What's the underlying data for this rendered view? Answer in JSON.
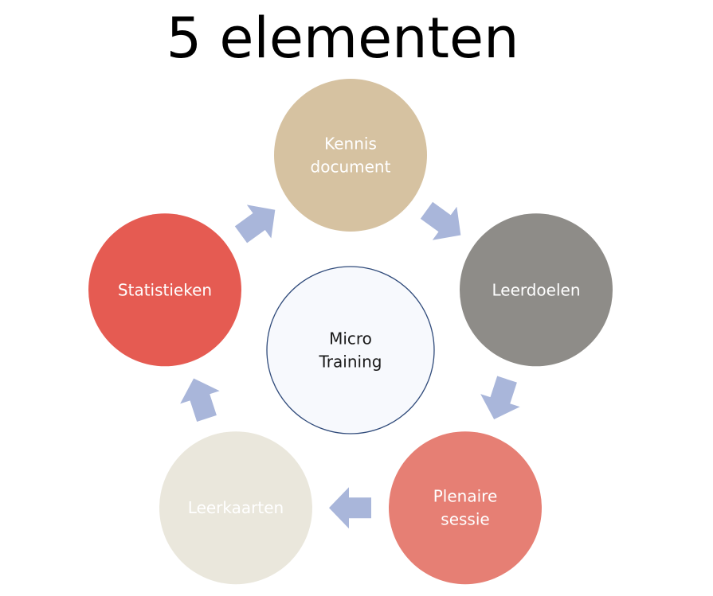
{
  "title": "5 elementen",
  "center": {
    "lines": [
      "Micro",
      "Training"
    ],
    "fill": "#F7F9FD",
    "stroke": "#2F4A7A"
  },
  "arrow_color": "#A9B6DA",
  "nodes": [
    {
      "id": "kennis-document",
      "lines": [
        "Kennis",
        "document"
      ],
      "fill": "#D6C2A1",
      "text_color": "#FFFFFF"
    },
    {
      "id": "leerdoelen",
      "lines": [
        "Leerdoelen"
      ],
      "fill": "#8E8C88",
      "text_color": "#FFFFFF"
    },
    {
      "id": "plenaire-sessie",
      "lines": [
        "Plenaire",
        "sessie"
      ],
      "fill": "#E67F74",
      "text_color": "#FFFFFF"
    },
    {
      "id": "leerkaarten",
      "lines": [
        "Leerkaarten"
      ],
      "fill": "#EAE7DC",
      "text_color": "#FFFFFF"
    },
    {
      "id": "statistieken",
      "lines": [
        "Statistieken"
      ],
      "fill": "#E55B52",
      "text_color": "#FFFFFF"
    }
  ]
}
